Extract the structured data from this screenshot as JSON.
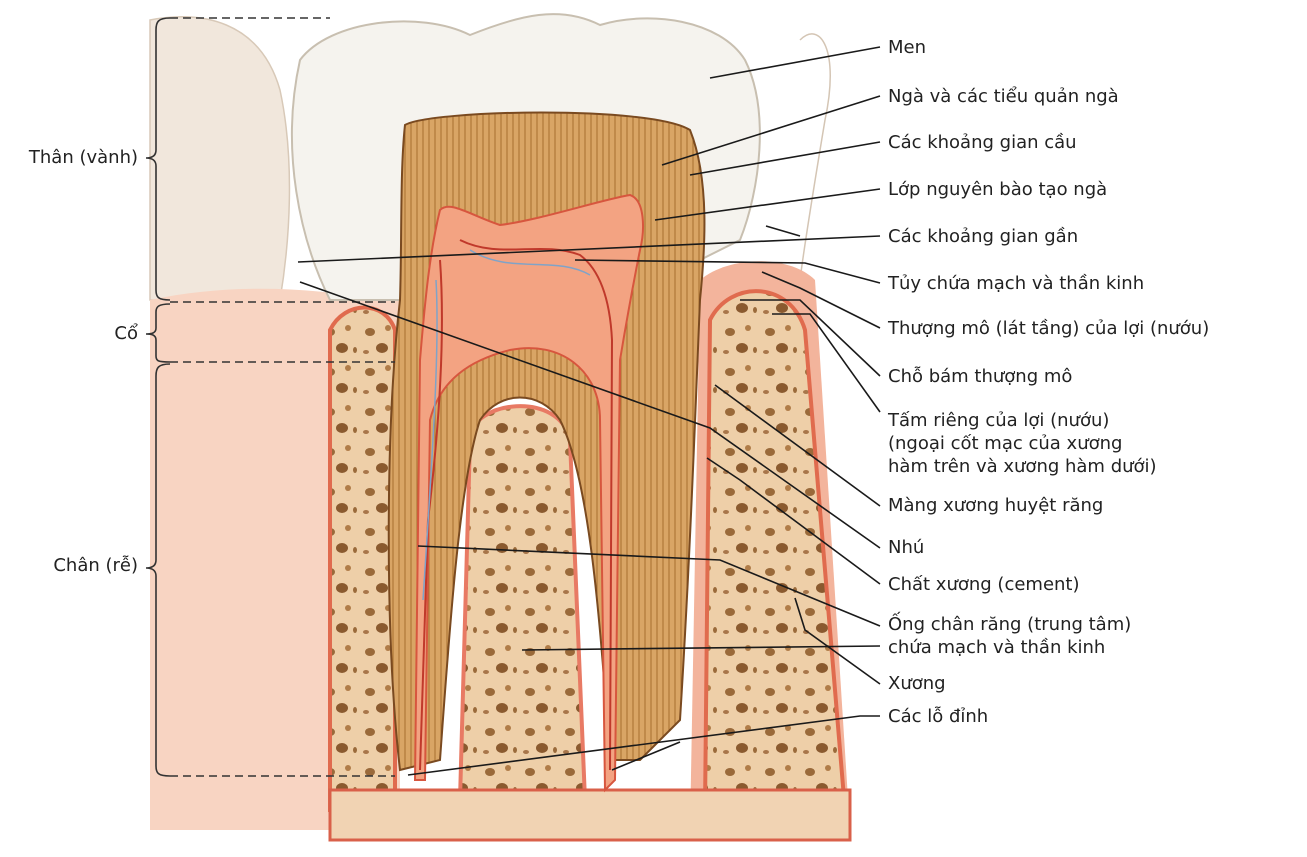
{
  "regions": [
    {
      "key": "crown",
      "text": "Thân (vành)"
    },
    {
      "key": "neck",
      "text": "Cổ"
    },
    {
      "key": "root",
      "text": "Chân (rễ)"
    }
  ],
  "labels": [
    {
      "key": "enamel",
      "text": "Men"
    },
    {
      "key": "dentin",
      "text": "Ngà và các tiểu quản ngà"
    },
    {
      "key": "interglobular",
      "text": "Các khoảng gian cầu"
    },
    {
      "key": "odontoblasts",
      "text": "Lớp nguyên bào tạo ngà"
    },
    {
      "key": "near-spaces",
      "text": "Các khoảng gian gần"
    },
    {
      "key": "pulp",
      "text": "Tủy chứa mạch và thần kinh"
    },
    {
      "key": "gingival-epithelium",
      "text": "Thượng mô (lát tầng) của lợi (nướu)"
    },
    {
      "key": "epithelial-attachment",
      "text": "Chỗ bám thượng mô"
    },
    {
      "key": "lamina-propria-1",
      "text": "Tấm riêng của lợi (nướu)"
    },
    {
      "key": "lamina-propria-2",
      "text": "(ngoại cốt mạc của xương"
    },
    {
      "key": "lamina-propria-3",
      "text": "hàm trên và xương hàm dưới)"
    },
    {
      "key": "alveolar-periosteum",
      "text": "Màng xương huyệt răng"
    },
    {
      "key": "papilla",
      "text": "Nhú"
    },
    {
      "key": "cement",
      "text": "Chất xương (cement)"
    },
    {
      "key": "root-canal-1",
      "text": "Ống chân răng (trung tâm)"
    },
    {
      "key": "root-canal-2",
      "text": "chứa mạch và thần kinh"
    },
    {
      "key": "bone",
      "text": "Xương"
    },
    {
      "key": "apical-foramina",
      "text": "Các lỗ đỉnh"
    }
  ]
}
